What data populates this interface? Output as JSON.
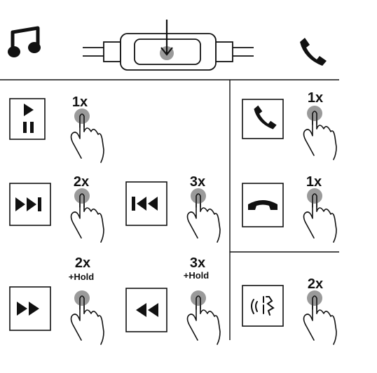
{
  "colors": {
    "ink": "#111111",
    "button_gray": "#9a9a9a",
    "background": "#ffffff"
  },
  "header": {
    "left_icon": "music-note-icon",
    "center_icon": "headset-remote-icon",
    "right_icon": "phone-handset-icon"
  },
  "music": {
    "play_pause": {
      "icon": "play-pause-icon",
      "press": "1x",
      "hold": ""
    },
    "next_track": {
      "icon": "next-track-icon",
      "press": "2x",
      "hold": ""
    },
    "previous_track": {
      "icon": "previous-track-icon",
      "press": "3x",
      "hold": ""
    },
    "fast_forward": {
      "icon": "fast-forward-icon",
      "press": "2x",
      "hold": "+Hold"
    },
    "rewind": {
      "icon": "rewind-icon",
      "press": "3x",
      "hold": "+Hold"
    }
  },
  "call": {
    "answer": {
      "icon": "answer-call-icon",
      "press": "1x"
    },
    "end": {
      "icon": "end-call-icon",
      "press": "1x"
    },
    "voice": {
      "icon": "voice-assistant-icon",
      "press": "2x"
    }
  }
}
